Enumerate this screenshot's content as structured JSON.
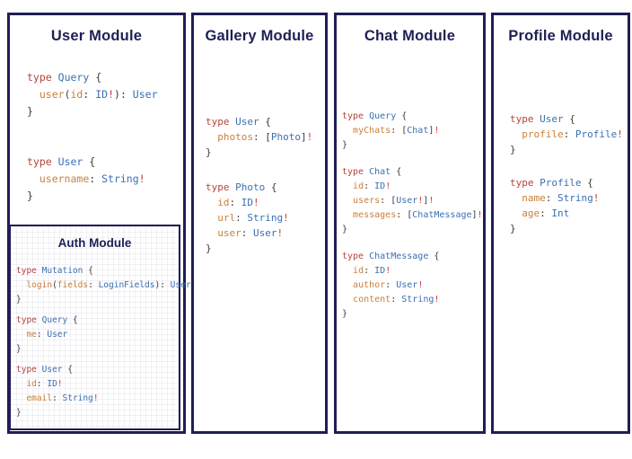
{
  "colors": {
    "navy": "#1f1f55",
    "kw": "#b5443c",
    "ty": "#3a70b2",
    "fd": "#c9803c",
    "pu": "#3c3c3c",
    "bang": "#c23a33",
    "page-bg": "#ffffff"
  },
  "modules": [
    {
      "title": "User Module",
      "blocks": [
        {
          "lines": [
            [
              [
                "kw",
                "type"
              ],
              [
                "pu",
                " "
              ],
              [
                "ty",
                "Query"
              ],
              [
                "pu",
                " {"
              ]
            ],
            [
              [
                "pu",
                "  "
              ],
              [
                "fd",
                "user"
              ],
              [
                "pu",
                "("
              ],
              [
                "fd",
                "id"
              ],
              [
                "pu",
                ": "
              ],
              [
                "ty",
                "ID"
              ],
              [
                "bang",
                "!"
              ],
              [
                "pu",
                "): "
              ],
              [
                "ty",
                "User"
              ]
            ],
            [
              [
                "pu",
                "}"
              ]
            ]
          ]
        },
        {
          "lines": [
            [
              [
                "kw",
                "type"
              ],
              [
                "pu",
                " "
              ],
              [
                "ty",
                "User"
              ],
              [
                "pu",
                " {"
              ]
            ],
            [
              [
                "pu",
                "  "
              ],
              [
                "fd",
                "username"
              ],
              [
                "pu",
                ": "
              ],
              [
                "ty",
                "String"
              ],
              [
                "bang",
                "!"
              ]
            ],
            [
              [
                "pu",
                "}"
              ]
            ]
          ]
        }
      ]
    },
    {
      "title": "Gallery Module",
      "blocks": [
        {
          "lines": [
            [
              [
                "kw",
                "type"
              ],
              [
                "pu",
                " "
              ],
              [
                "ty",
                "User"
              ],
              [
                "pu",
                " {"
              ]
            ],
            [
              [
                "pu",
                "  "
              ],
              [
                "fd",
                "photos"
              ],
              [
                "pu",
                ": ["
              ],
              [
                "ty",
                "Photo"
              ],
              [
                "pu",
                "]"
              ],
              [
                "bang",
                "!"
              ]
            ],
            [
              [
                "pu",
                "}"
              ]
            ]
          ]
        },
        {
          "lines": [
            [
              [
                "kw",
                "type"
              ],
              [
                "pu",
                " "
              ],
              [
                "ty",
                "Photo"
              ],
              [
                "pu",
                " {"
              ]
            ],
            [
              [
                "pu",
                "  "
              ],
              [
                "fd",
                "id"
              ],
              [
                "pu",
                ": "
              ],
              [
                "ty",
                "ID"
              ],
              [
                "bang",
                "!"
              ]
            ],
            [
              [
                "pu",
                "  "
              ],
              [
                "fd",
                "url"
              ],
              [
                "pu",
                ": "
              ],
              [
                "ty",
                "String"
              ],
              [
                "bang",
                "!"
              ]
            ],
            [
              [
                "pu",
                "  "
              ],
              [
                "fd",
                "user"
              ],
              [
                "pu",
                ": "
              ],
              [
                "ty",
                "User"
              ],
              [
                "bang",
                "!"
              ]
            ],
            [
              [
                "pu",
                "}"
              ]
            ]
          ]
        }
      ]
    },
    {
      "title": "Chat Module",
      "blocks": [
        {
          "lines": [
            [
              [
                "kw",
                "type"
              ],
              [
                "pu",
                " "
              ],
              [
                "ty",
                "Query"
              ],
              [
                "pu",
                " {"
              ]
            ],
            [
              [
                "pu",
                "  "
              ],
              [
                "fd",
                "myChats"
              ],
              [
                "pu",
                ": ["
              ],
              [
                "ty",
                "Chat"
              ],
              [
                "pu",
                "]"
              ],
              [
                "bang",
                "!"
              ]
            ],
            [
              [
                "pu",
                "}"
              ]
            ]
          ]
        },
        {
          "lines": [
            [
              [
                "kw",
                "type"
              ],
              [
                "pu",
                " "
              ],
              [
                "ty",
                "Chat"
              ],
              [
                "pu",
                " {"
              ]
            ],
            [
              [
                "pu",
                "  "
              ],
              [
                "fd",
                "id"
              ],
              [
                "pu",
                ": "
              ],
              [
                "ty",
                "ID"
              ],
              [
                "bang",
                "!"
              ]
            ],
            [
              [
                "pu",
                "  "
              ],
              [
                "fd",
                "users"
              ],
              [
                "pu",
                ": ["
              ],
              [
                "ty",
                "User"
              ],
              [
                "bang",
                "!"
              ],
              [
                "pu",
                "]"
              ],
              [
                "bang",
                "!"
              ]
            ],
            [
              [
                "pu",
                "  "
              ],
              [
                "fd",
                "messages"
              ],
              [
                "pu",
                ": ["
              ],
              [
                "ty",
                "ChatMessage"
              ],
              [
                "pu",
                "]"
              ],
              [
                "bang",
                "!"
              ]
            ],
            [
              [
                "pu",
                "}"
              ]
            ]
          ]
        },
        {
          "lines": [
            [
              [
                "kw",
                "type"
              ],
              [
                "pu",
                " "
              ],
              [
                "ty",
                "ChatMessage"
              ],
              [
                "pu",
                " {"
              ]
            ],
            [
              [
                "pu",
                "  "
              ],
              [
                "fd",
                "id"
              ],
              [
                "pu",
                ": "
              ],
              [
                "ty",
                "ID"
              ],
              [
                "bang",
                "!"
              ]
            ],
            [
              [
                "pu",
                "  "
              ],
              [
                "fd",
                "author"
              ],
              [
                "pu",
                ": "
              ],
              [
                "ty",
                "User"
              ],
              [
                "bang",
                "!"
              ]
            ],
            [
              [
                "pu",
                "  "
              ],
              [
                "fd",
                "content"
              ],
              [
                "pu",
                ": "
              ],
              [
                "ty",
                "String"
              ],
              [
                "bang",
                "!"
              ]
            ],
            [
              [
                "pu",
                "}"
              ]
            ]
          ]
        }
      ]
    },
    {
      "title": "Profile Module",
      "blocks": [
        {
          "lines": [
            [
              [
                "kw",
                "type"
              ],
              [
                "pu",
                " "
              ],
              [
                "ty",
                "User"
              ],
              [
                "pu",
                " {"
              ]
            ],
            [
              [
                "pu",
                "  "
              ],
              [
                "fd",
                "profile"
              ],
              [
                "pu",
                ": "
              ],
              [
                "ty",
                "Profile"
              ],
              [
                "bang",
                "!"
              ]
            ],
            [
              [
                "pu",
                "}"
              ]
            ]
          ]
        },
        {
          "lines": [
            [
              [
                "kw",
                "type"
              ],
              [
                "pu",
                " "
              ],
              [
                "ty",
                "Profile"
              ],
              [
                "pu",
                " {"
              ]
            ],
            [
              [
                "pu",
                "  "
              ],
              [
                "fd",
                "name"
              ],
              [
                "pu",
                ": "
              ],
              [
                "ty",
                "String"
              ],
              [
                "bang",
                "!"
              ]
            ],
            [
              [
                "pu",
                "  "
              ],
              [
                "fd",
                "age"
              ],
              [
                "pu",
                ": "
              ],
              [
                "ty",
                "Int"
              ]
            ],
            [
              [
                "pu",
                "}"
              ]
            ]
          ]
        }
      ]
    },
    {
      "title": "Auth Module",
      "blocks": [
        {
          "lines": [
            [
              [
                "kw",
                "type"
              ],
              [
                "pu",
                " "
              ],
              [
                "ty",
                "Mutation"
              ],
              [
                "pu",
                " {"
              ]
            ],
            [
              [
                "pu",
                "  "
              ],
              [
                "fd",
                "login"
              ],
              [
                "pu",
                "("
              ],
              [
                "fd",
                "fields"
              ],
              [
                "pu",
                ": "
              ],
              [
                "ty",
                "LoginFields"
              ],
              [
                "pu",
                "): "
              ],
              [
                "ty",
                "User"
              ]
            ],
            [
              [
                "pu",
                "}"
              ]
            ]
          ]
        },
        {
          "lines": [
            [
              [
                "kw",
                "type"
              ],
              [
                "pu",
                " "
              ],
              [
                "ty",
                "Query"
              ],
              [
                "pu",
                " {"
              ]
            ],
            [
              [
                "pu",
                "  "
              ],
              [
                "fd",
                "me"
              ],
              [
                "pu",
                ": "
              ],
              [
                "ty",
                "User"
              ]
            ],
            [
              [
                "pu",
                "}"
              ]
            ]
          ]
        },
        {
          "lines": [
            [
              [
                "kw",
                "type"
              ],
              [
                "pu",
                " "
              ],
              [
                "ty",
                "User"
              ],
              [
                "pu",
                " {"
              ]
            ],
            [
              [
                "pu",
                "  "
              ],
              [
                "fd",
                "id"
              ],
              [
                "pu",
                ": "
              ],
              [
                "ty",
                "ID"
              ],
              [
                "bang",
                "!"
              ]
            ],
            [
              [
                "pu",
                "  "
              ],
              [
                "fd",
                "email"
              ],
              [
                "pu",
                ": "
              ],
              [
                "ty",
                "String"
              ],
              [
                "bang",
                "!"
              ]
            ],
            [
              [
                "pu",
                "}"
              ]
            ]
          ]
        }
      ]
    }
  ]
}
